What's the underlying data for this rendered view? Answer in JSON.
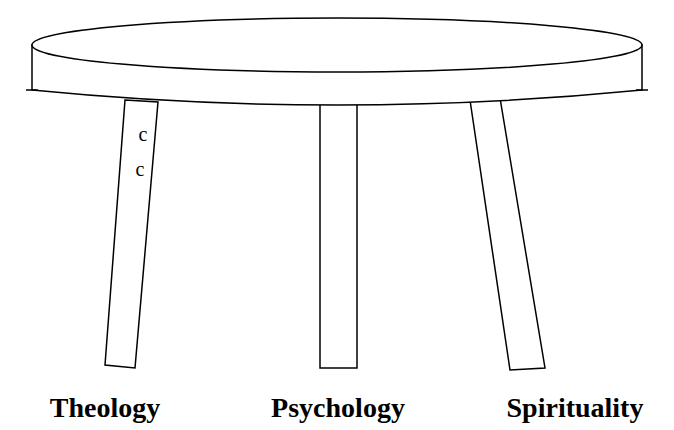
{
  "diagram": {
    "labels": [
      "c",
      "c",
      "Theology",
      "Psychology",
      "Spirituality"
    ]
  }
}
